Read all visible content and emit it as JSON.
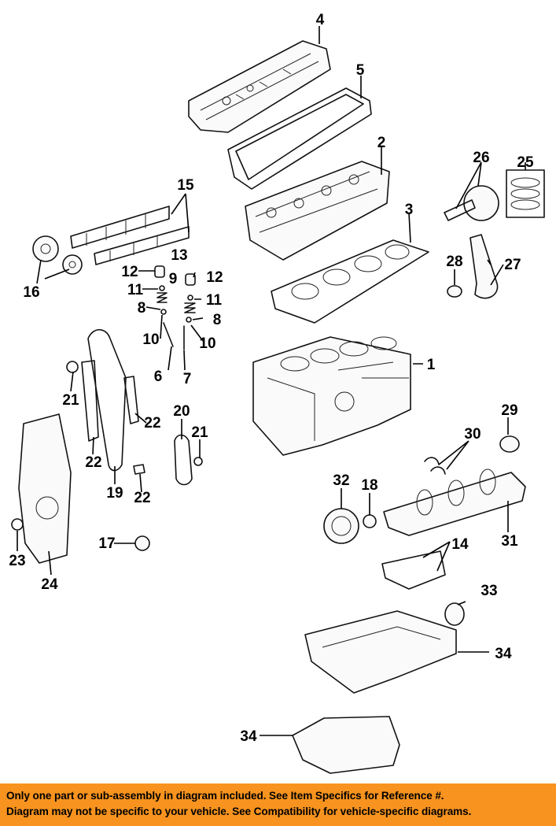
{
  "callouts": {
    "c1": "1",
    "c2": "2",
    "c3": "3",
    "c4": "4",
    "c5": "5",
    "c6": "6",
    "c7": "7",
    "c8a": "8",
    "c8b": "8",
    "c9": "9",
    "c10a": "10",
    "c10b": "10",
    "c11a": "11",
    "c11b": "11",
    "c12a": "12",
    "c12b": "12",
    "c13": "13",
    "c14": "14",
    "c15": "15",
    "c16": "16",
    "c17": "17",
    "c18": "18",
    "c19": "19",
    "c20": "20",
    "c21a": "21",
    "c21b": "21",
    "c22a": "22",
    "c22b": "22",
    "c22c": "22",
    "c23": "23",
    "c24": "24",
    "c25": "25",
    "c26": "26",
    "c27": "27",
    "c28": "28",
    "c29": "29",
    "c30": "30",
    "c31": "31",
    "c32": "32",
    "c33": "33",
    "c34a": "34",
    "c34b": "34"
  },
  "disclaimer": {
    "line1": "Only one part or sub-assembly in diagram included. See Item Specifics for Reference #.",
    "line2": "Diagram may not be specific to your vehicle. See Compatibility for vehicle-specific diagrams."
  },
  "colors": {
    "banner": "#f7931e",
    "ink": "#111111"
  }
}
